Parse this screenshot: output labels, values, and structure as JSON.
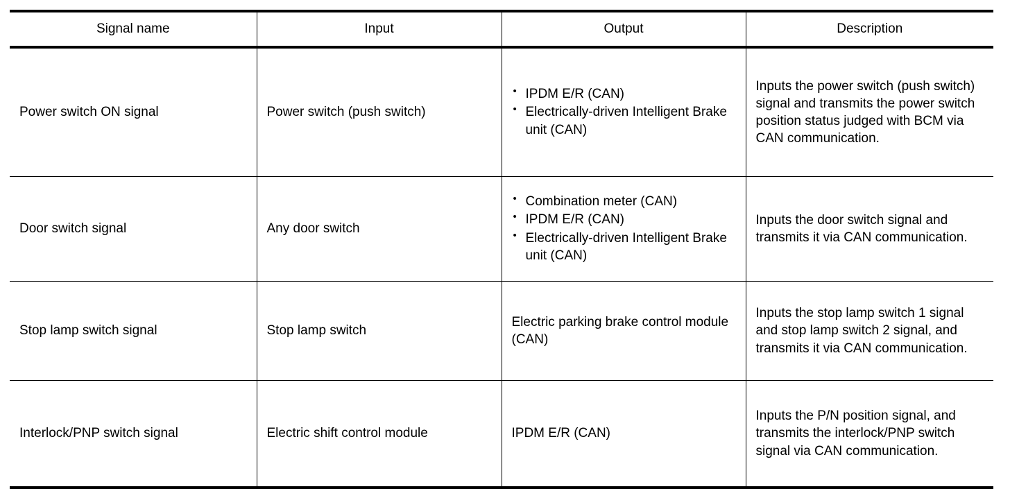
{
  "table": {
    "columns": [
      {
        "key": "signal_name",
        "label": "Signal name"
      },
      {
        "key": "input",
        "label": "Input"
      },
      {
        "key": "output",
        "label": "Output"
      },
      {
        "key": "description",
        "label": "Description"
      }
    ],
    "rows": [
      {
        "signal_name": "Power switch ON signal",
        "input": "Power switch (push switch)",
        "output_items": [
          "IPDM E/R (CAN)",
          "Electrically-driven Intelligent Brake unit (CAN)"
        ],
        "output_text": "",
        "description": "Inputs the power switch (push switch) signal and transmits the power switch position status judged with BCM via CAN communication."
      },
      {
        "signal_name": "Door switch signal",
        "input": "Any door switch",
        "output_items": [
          "Combination meter (CAN)",
          "IPDM E/R (CAN)",
          "Electrically-driven Intelligent Brake unit (CAN)"
        ],
        "output_text": "",
        "description": "Inputs the door switch signal and transmits it via CAN communication."
      },
      {
        "signal_name": "Stop lamp switch signal",
        "input": "Stop lamp switch",
        "output_items": [],
        "output_text": "Electric parking brake control module (CAN)",
        "description": "Inputs the stop lamp switch 1 signal and stop lamp switch 2 signal, and transmits it via CAN communication."
      },
      {
        "signal_name": "Interlock/PNP switch signal",
        "input": "Electric shift control module",
        "output_items": [],
        "output_text": "IPDM E/R (CAN)",
        "description": "Inputs the P/N position signal, and transmits the interlock/PNP switch signal via CAN communication."
      }
    ]
  },
  "style": {
    "text_color": "#000000",
    "rule_color": "#000000",
    "background": "#ffffff"
  }
}
